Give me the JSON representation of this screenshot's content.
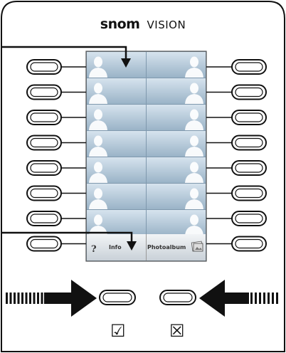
{
  "brand": {
    "name_bold": "snom",
    "name_light": "VISION"
  },
  "screen": {
    "rows": 7,
    "columns": 2,
    "bottom_left_icon": "?",
    "bottom_left_label": "Info",
    "bottom_right_label": "Photoalbum",
    "bottom_right_icon": "photo-album-icon"
  },
  "controls": {
    "confirm_symbol": "☑",
    "cancel_symbol": "☒"
  },
  "colors": {
    "tile_top": "#d3e1ec",
    "tile_bottom": "#9bb4c8",
    "outline": "#111111"
  }
}
